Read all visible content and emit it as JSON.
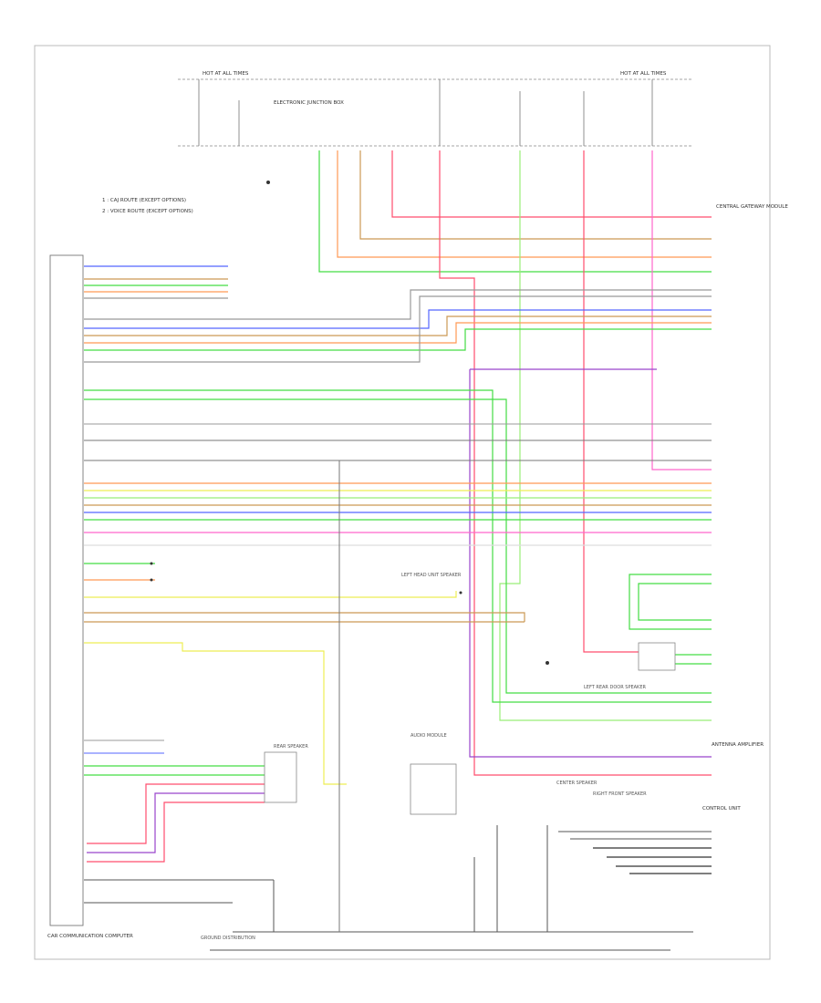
{
  "notes": [
    "1 : CAJ ROUTE (EXCEPT OPTIONS)",
    "2 : VOICE ROUTE (EXCEPT OPTIONS)"
  ],
  "top_labels": {
    "fuse_left": "HOT AT ALL TIMES",
    "fuse_center": "ELECTRONIC JUNCTION BOX",
    "fuse_right": "HOT AT ALL TIMES"
  },
  "left_module_label": "CAR COMMUNICATION COMPUTER",
  "right_labels": {
    "central_gateway": "CENTRAL GATEWAY MODULE",
    "control_unit": "CONTROL UNIT",
    "antenna": "ANTENNA AMPLIFIER"
  },
  "component_labels": {
    "left_head": "LEFT HEAD UNIT SPEAKER",
    "rear_speaker": "REAR SPEAKER",
    "audio_module": "AUDIO MODULE",
    "left_rear": "LEFT REAR DOOR SPEAKER",
    "center": "CENTER SPEAKER",
    "right_front": "RIGHT FRONT SPEAKER",
    "ground_bottom": "GROUND DISTRIBUTION"
  },
  "colors": {
    "red": "#ff4d6d",
    "pink": "#ff66cc",
    "green": "#44dd44",
    "light_green": "#99ee77",
    "orange": "#ff9955",
    "tan": "#cc9955",
    "blue": "#5566ff",
    "purple": "#9944cc",
    "yellow": "#eeee55",
    "gray": "#999999",
    "dark": "#555555"
  }
}
